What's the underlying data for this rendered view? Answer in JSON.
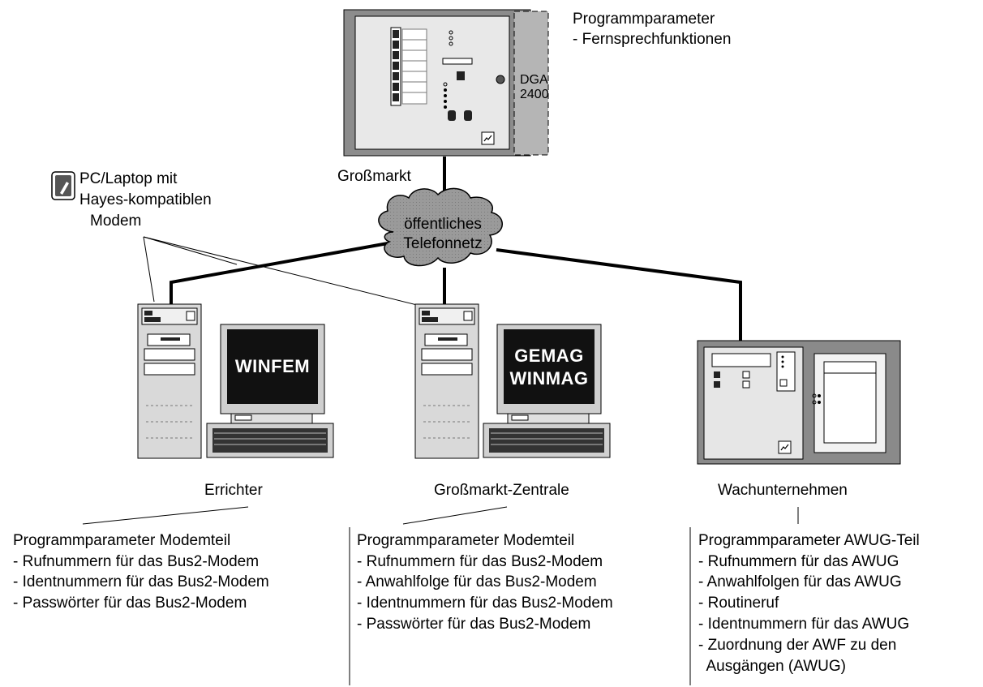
{
  "central_unit": {
    "label": "DGA",
    "model": "2400",
    "location": "Großmarkt",
    "params_title": "Programmparameter",
    "params_items": [
      "- Fernsprechfunktionen"
    ]
  },
  "network": {
    "line1": "öffentliches",
    "line2": "Telefonnetz"
  },
  "pc_note": {
    "line1": "PC/Laptop mit",
    "line2": "Hayes-kompatiblen",
    "line3": "Modem"
  },
  "stations": [
    {
      "name": "Errichter",
      "screen_lines": [
        "WINFEM"
      ],
      "params_title": "Programmparameter Modemteil",
      "params_items": [
        "- Rufnummern für das Bus2-Modem",
        "- Identnummern für das Bus2-Modem",
        "- Passwörter für das Bus2-Modem"
      ]
    },
    {
      "name": "Großmarkt-Zentrale",
      "screen_lines": [
        "GEMAG",
        "WINMAG"
      ],
      "params_title": "Programmparameter Modemteil",
      "params_items": [
        "- Rufnummern für das Bus2-Modem",
        "- Anwahlfolge für das Bus2-Modem",
        "- Identnummern für das Bus2-Modem",
        "- Passwörter für das Bus2-Modem"
      ]
    },
    {
      "name": "Wachunternehmen",
      "params_title": "Programmparameter AWUG-Teil",
      "params_items": [
        "- Rufnummern für das AWUG",
        "- Anwahlfolgen für das AWUG",
        "- Routineruf",
        "- Identnummern für das AWUG",
        "- Zuordnung der AWF zu den",
        "  Ausgängen (AWUG)"
      ]
    }
  ]
}
